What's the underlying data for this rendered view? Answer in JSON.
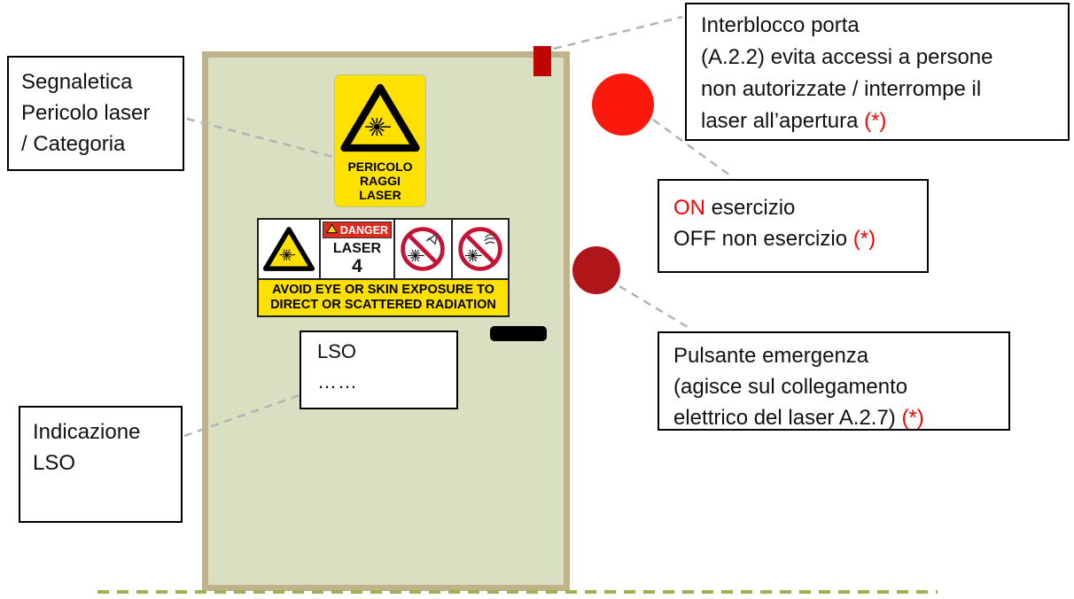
{
  "colors": {
    "door_fill": "#D9E0C1",
    "door_border": "#C0B28A",
    "sign_yellow": "#FFE100",
    "danger_red": "#DE2B20",
    "prohibition_red": "#C41334",
    "interlock_red": "#C00404",
    "button_on_off_red": "#FA190C",
    "button_emergency_red": "#B0151A",
    "connector_gray": "#B3B3B3",
    "floor_dash_olive": "#9BB257",
    "accent_text_red": "#FF0000"
  },
  "signs": {
    "pericolo": {
      "lines": [
        "PERICOLO",
        "RAGGI",
        "LASER"
      ]
    },
    "danger": {
      "header": "DANGER",
      "word": "LASER",
      "class_number": "4",
      "warning_line1": "AVOID EYE OR SKIN EXPOSURE TO",
      "warning_line2": "DIRECT OR SCATTERED RADIATION"
    },
    "lso": {
      "title": "LSO",
      "dots": "……"
    }
  },
  "callouts": {
    "segnaletica": {
      "line1": "Segnaletica",
      "line2": "Pericolo laser",
      "line3": "/ Categoria"
    },
    "indicazione": {
      "line1": "Indicazione",
      "line2": "LSO"
    },
    "interblocco": {
      "line1": "Interblocco porta",
      "line2": "(A.2.2) evita accessi a persone",
      "line3": "non autorizzate / interrompe il",
      "line4_text": "laser all’apertura ",
      "line4_note": "(*)"
    },
    "on_off": {
      "on": "ON",
      "on_rest": " esercizio",
      "off": "OFF non esercizio ",
      "off_note": "(*)"
    },
    "emergenza": {
      "line1": "Pulsante emergenza",
      "line2": "(agisce sul collegamento",
      "line3_text": "elettrico del laser A.2.7) ",
      "line3_note": "(*)"
    }
  }
}
